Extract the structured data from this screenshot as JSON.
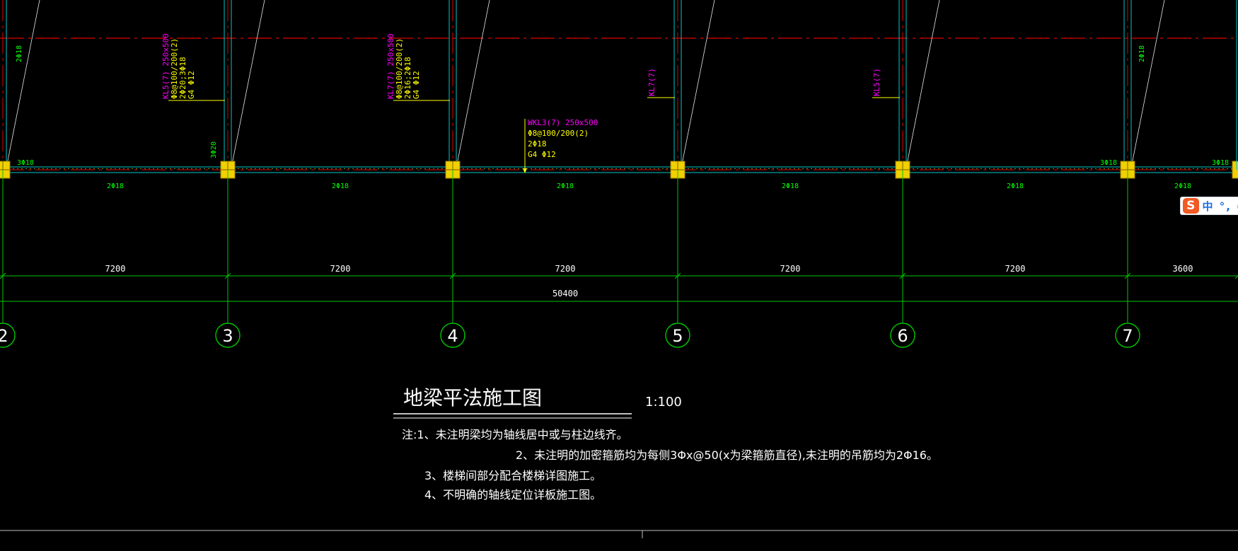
{
  "colors": {
    "background": "#000000",
    "column_line": "#00c8c8",
    "dim_line": "#00c800",
    "center_line": "#e00000",
    "beam_label_magenta": "#ff00ff",
    "rebar_yellow": "#ffff00",
    "rebar_green": "#00ff00",
    "column_fill": "#f0d000",
    "text_white": "#ffffff"
  },
  "axes": [
    {
      "label": "2"
    },
    {
      "label": "3"
    },
    {
      "label": "4"
    },
    {
      "label": "5"
    },
    {
      "label": "6"
    },
    {
      "label": "7"
    }
  ],
  "dimensions": {
    "spans": [
      "7200",
      "7200",
      "7200",
      "7200",
      "7200",
      "3600"
    ],
    "total": "50400"
  },
  "bottom_rebar": [
    "2Φ18",
    "2Φ18",
    "2Φ18",
    "2Φ18",
    "2Φ18",
    "2Φ18"
  ],
  "support_rebar": [
    "3Φ18",
    "3Φ20",
    "3Φ18",
    "3Φ18"
  ],
  "vertical_rebar": [
    "2Φ18",
    "2Φ18"
  ],
  "beam_labels": [
    {
      "lines": [
        "KL5(7) 250x500",
        "Φ8@100/200(2)",
        "2Φ20;3Φ18",
        "G4 Φ12"
      ]
    },
    {
      "lines": [
        "KL7(7) 250x500",
        "Φ8@100/200(2)",
        "2Φ16;2Φ18",
        "G4 Φ12"
      ]
    },
    {
      "lines": [
        "KL7(7)"
      ]
    },
    {
      "lines": [
        "KL5(7)"
      ]
    }
  ],
  "wkl_label": {
    "lines": [
      "WKL3(7) 250x500",
      "Φ8@100/200(2)",
      "2Φ18",
      "G4 Φ12"
    ]
  },
  "title": {
    "text": "地梁平法施工图",
    "scale": "1:100"
  },
  "notes": [
    "注:1、未注明梁均为轴线居中或与柱边线齐。",
    "2、未注明的加密箍筋均为每侧3Φx@50(x为梁箍筋直径),未注明的吊筋均为2Φ16。",
    "3、楼梯间部分配合楼梯详图施工。",
    "4、不明确的轴线定位详板施工图。"
  ],
  "ime": {
    "logo": "S",
    "text": "中 °, ("
  }
}
